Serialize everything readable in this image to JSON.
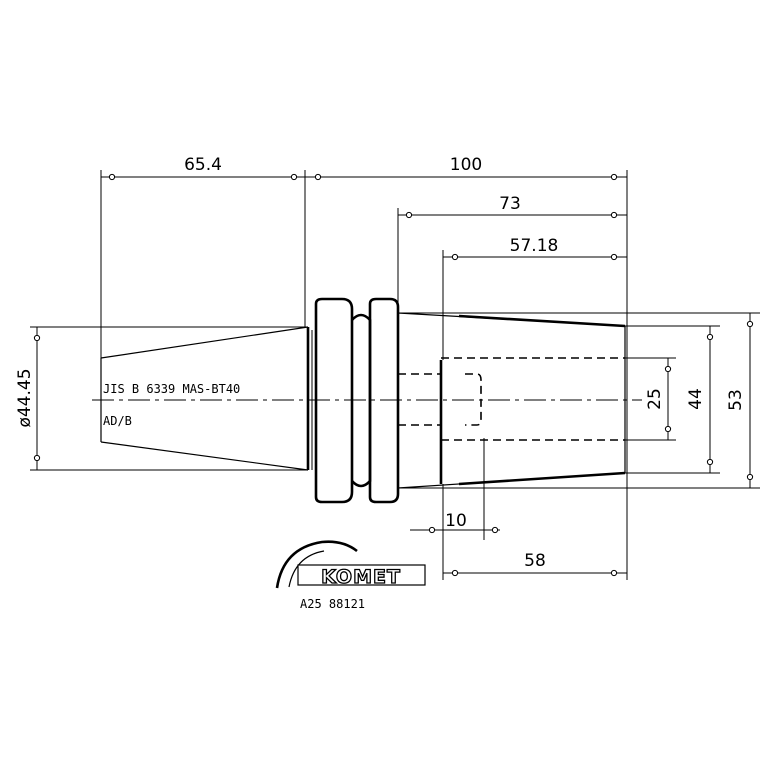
{
  "dimensions": {
    "len_65_4": "65.4",
    "len_100": "100",
    "len_73": "73",
    "len_57_18": "57.18",
    "dia_44_45": "ø44.45",
    "dia_25": "25",
    "dia_44": "44",
    "dia_53": "53",
    "len_10": "10",
    "len_58": "58"
  },
  "notes": {
    "standard": "JIS B 6339 MAS-BT40",
    "variant": "AD/B"
  },
  "logo": {
    "brand": "KOMET",
    "part_number": "A25 88121"
  }
}
